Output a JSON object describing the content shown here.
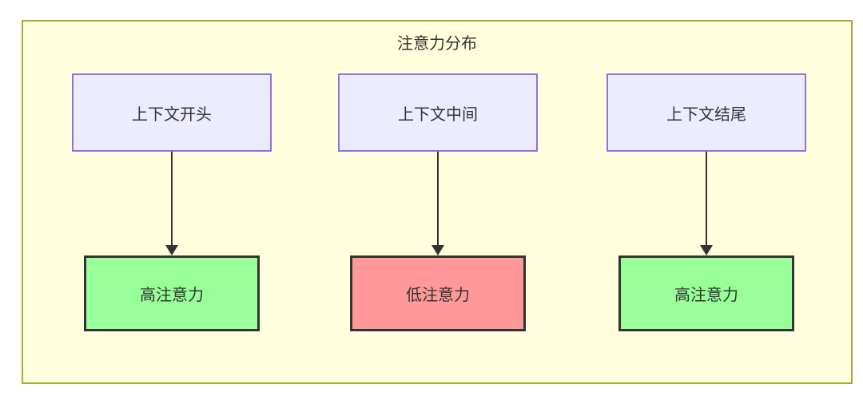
{
  "diagram": {
    "title": "注意力分布",
    "columns": [
      {
        "source": "上下文开头",
        "result": "高注意力",
        "level": "high",
        "result_color": "#99ff99"
      },
      {
        "source": "上下文中间",
        "result": "低注意力",
        "level": "low",
        "result_color": "#ff9999"
      },
      {
        "source": "上下文结尾",
        "result": "高注意力",
        "level": "high",
        "result_color": "#99ff99"
      }
    ],
    "colors": {
      "frame_fill": "#ffffde",
      "frame_border": "#aaaa33",
      "source_fill": "#ececff",
      "source_border": "#9370db",
      "high_attention_fill": "#99ff99",
      "low_attention_fill": "#ff9999",
      "node_border_dark": "#333333",
      "arrow": "#333333",
      "text": "#333333"
    }
  }
}
